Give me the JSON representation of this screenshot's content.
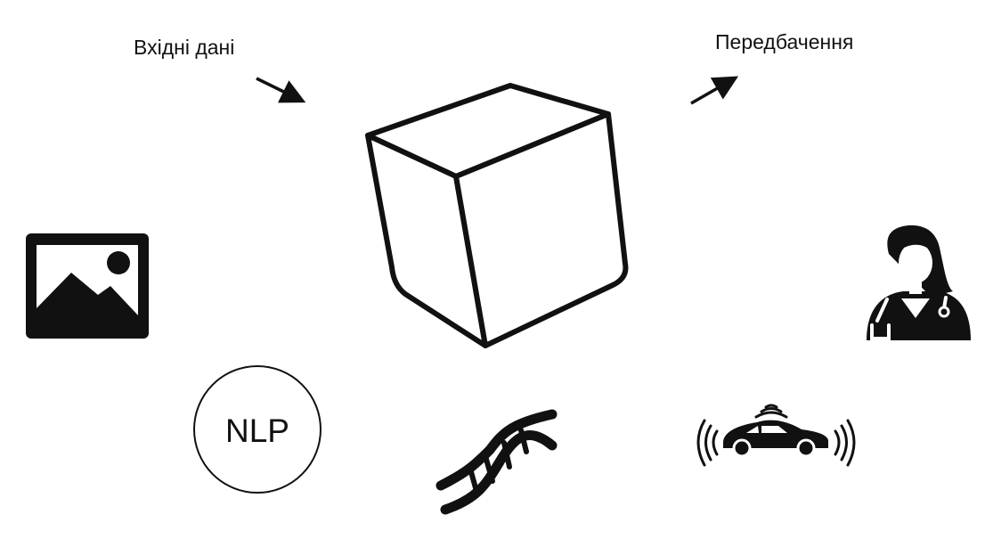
{
  "diagram": {
    "input_label": "Вхідні дані",
    "output_label": "Передбачення",
    "nlp_label": "NLP",
    "icons": {
      "input_image": "image-icon",
      "input_text": "nlp-circle-icon",
      "input_genomics": "dna-icon",
      "model": "black-box-cube-icon",
      "output_healthcare": "doctor-icon",
      "output_autonomous": "self-driving-car-icon"
    },
    "colors": {
      "stroke": "#111111",
      "background": "#ffffff"
    }
  }
}
